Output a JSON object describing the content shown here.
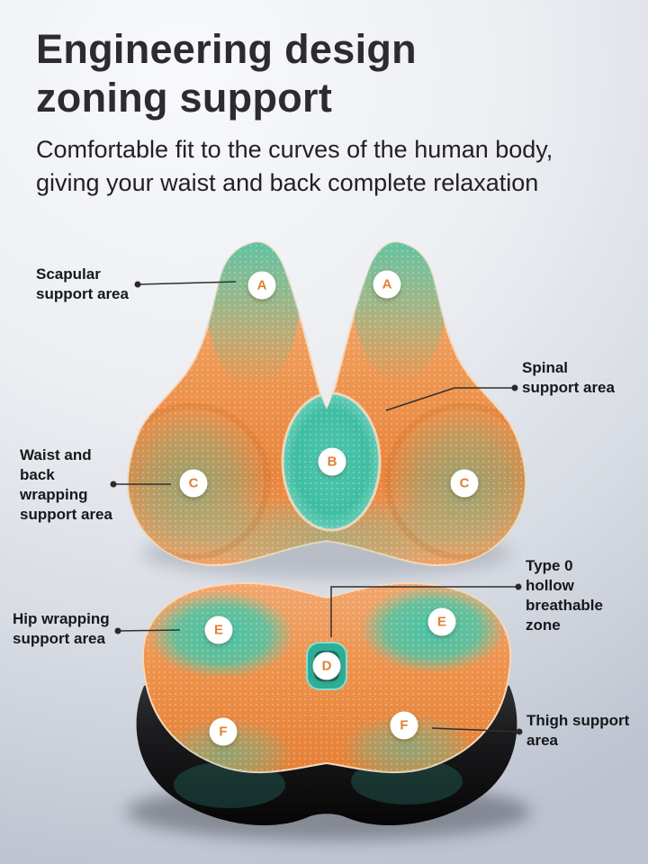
{
  "header": {
    "title_line1": "Engineering design",
    "title_line2": "zoning support",
    "subtitle_line1": "Comfortable fit to the curves of the human body,",
    "subtitle_line2": "giving your waist and back complete relaxation"
  },
  "callouts": {
    "scapular": "Scapular support area",
    "spinal": "Spinal support area",
    "waist": "Waist and back wrapping support area",
    "hip": "Hip wrapping support area",
    "hollow": "Type 0 hollow breathable zone",
    "thigh": "Thigh support area"
  },
  "markers": {
    "a": "A",
    "b": "B",
    "c": "C",
    "d": "D",
    "e": "E",
    "f": "F"
  },
  "colors": {
    "accent_orange": "#e8843c",
    "zone_teal": "#3fc3a8",
    "title_text": "#2c2c30",
    "label_text": "#17181a",
    "badge_letter": "#e07f35",
    "seat_base_black": "#121214"
  }
}
